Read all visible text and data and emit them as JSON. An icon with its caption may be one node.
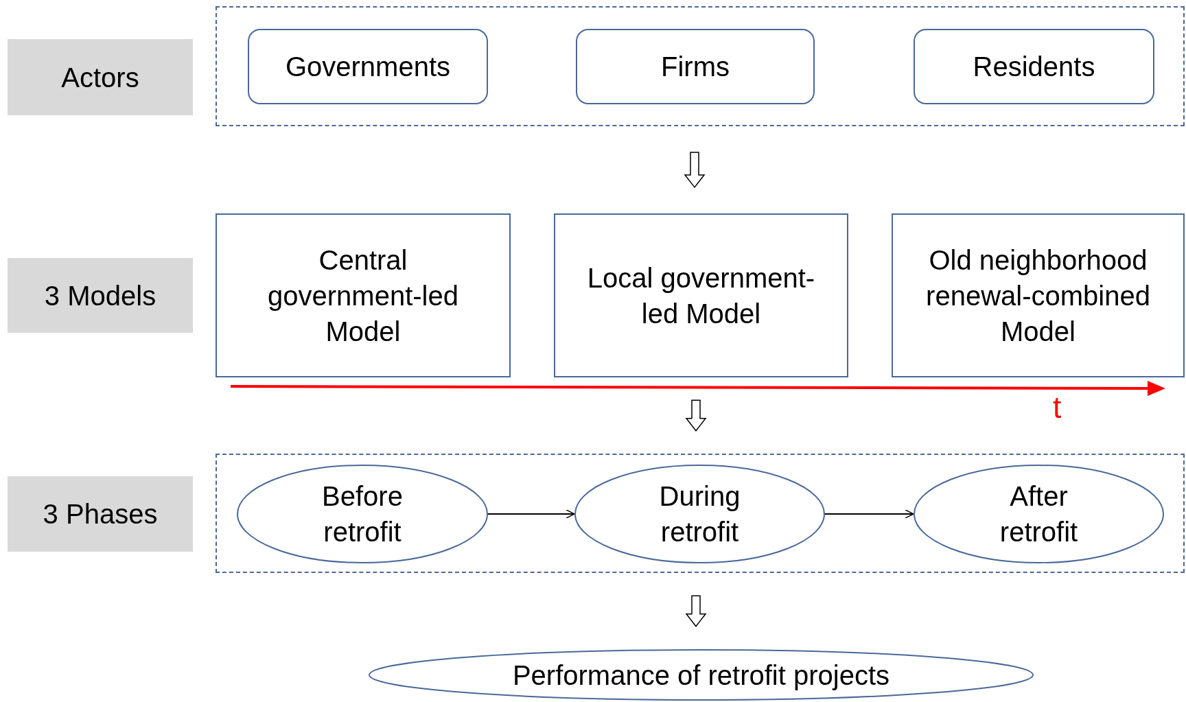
{
  "diagram": {
    "nodes": [
      {
        "text": [
          "Actors"
        ]
      },
      {
        "text": [],
        "shape": "box"
      },
      {
        "text": [
          "Governments"
        ],
        "in": 1
      },
      {
        "text": [
          "Firms"
        ],
        "in": 1
      },
      {
        "text": [
          "Residents"
        ],
        "in": 1
      },
      {
        "text": [
          "3 Models"
        ]
      },
      {
        "text": [
          "Central government-led Model"
        ]
      },
      {
        "text": [
          "Local government-led Model"
        ]
      },
      {
        "text": [
          "Old neighborhood renewal-combined Model"
        ]
      },
      {
        "text": [
          "3 Phases"
        ]
      },
      {
        "text": [],
        "shape": "box"
      },
      {
        "text": [
          "Before retrofit"
        ],
        "in": 10
      },
      {
        "text": [
          "During retrofit"
        ],
        "in": 10
      },
      {
        "text": [
          "After retrofit"
        ],
        "in": 10
      },
      {
        "text": [
          "Performance of retrofit projects"
        ]
      }
    ],
    "edges": [
      {
        "from": 1,
        "to": 7,
        "arrow": "to"
      },
      {
        "from": 7,
        "to": 10,
        "arrow": "to"
      },
      {
        "from": 10,
        "to": 14,
        "arrow": "to"
      },
      {
        "from": 11,
        "to": 12,
        "arrow": "to"
      },
      {
        "from": 12,
        "to": 13,
        "arrow": "to"
      }
    ],
    "labels": [
      "t"
    ]
  }
}
